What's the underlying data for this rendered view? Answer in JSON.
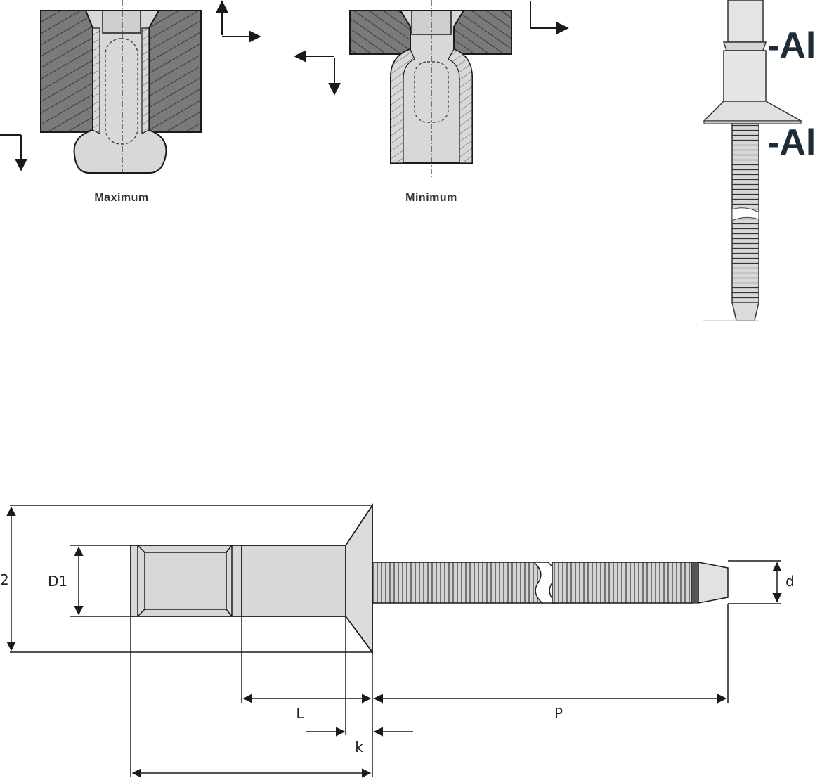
{
  "captions": {
    "maximum": "Maximum",
    "minimum": "Minimum"
  },
  "callouts": {
    "upper": "-Al",
    "lower": "-Al"
  },
  "dimensions": {
    "head_diameter": "2",
    "body_diameter": "D1",
    "length": "L",
    "head_height": "k",
    "mandrel_length": "P",
    "mandrel_diameter": "d"
  },
  "colors": {
    "hatch_fill": "#7a7a7a",
    "rivet_fill": "#d6d6d6",
    "line": "#1a1a1a",
    "callout_text": "#1e2b3a"
  }
}
